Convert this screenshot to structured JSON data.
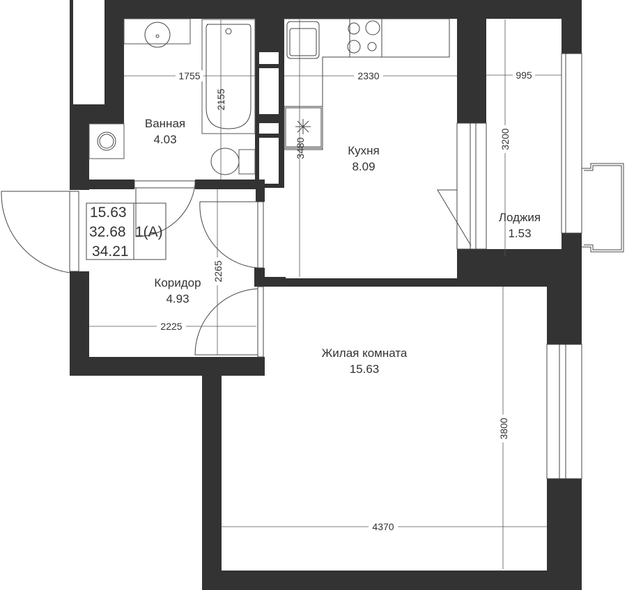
{
  "rooms": {
    "bathroom": {
      "name": "Ванная",
      "area": "4.03"
    },
    "kitchen": {
      "name": "Кухня",
      "area": "8.09"
    },
    "loggia": {
      "name": "Лоджия",
      "area": "1.53"
    },
    "corridor": {
      "name": "Коридор",
      "area": "4.93"
    },
    "living": {
      "name": "Жилая комната",
      "area": "15.63"
    }
  },
  "dimensions": {
    "bath_width": "1755",
    "bath_height": "2155",
    "kitchen_width": "2330",
    "kitchen_height": "3480",
    "loggia_width": "995",
    "loggia_height": "3200",
    "corridor_height": "2265",
    "corridor_width": "2225",
    "living_height": "3800",
    "living_width": "4370"
  },
  "summary": {
    "living_area": "15.63",
    "total_area": "32.68",
    "total_with_loggia": "34.21",
    "rooms_type": "1(A)"
  },
  "colors": {
    "wall": "#333333",
    "line": "#555555"
  }
}
